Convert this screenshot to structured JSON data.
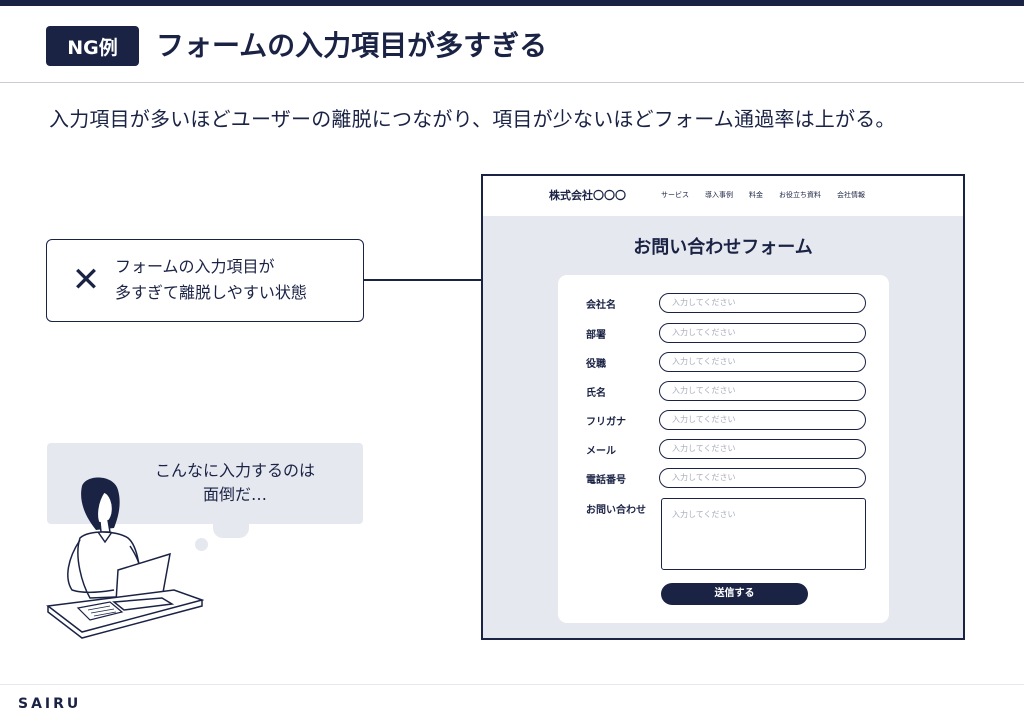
{
  "header": {
    "badge": "NG例",
    "title": "フォームの入力項目が多すぎる",
    "subtitle": "入力項目が多いほどユーザーの離脱につながり、項目が少ないほどフォーム通過率は上がる。"
  },
  "callout": {
    "icon": "x-mark-icon",
    "line1": "フォームの入力項目が",
    "line2": "多すぎて離脱しやすい状態"
  },
  "bubble": {
    "line1": "こんなに入力するのは",
    "line2": "面倒だ…"
  },
  "mockup": {
    "company": "株式会社〇〇〇",
    "nav": [
      "サービス",
      "導入事例",
      "料金",
      "お役立ち資料",
      "会社情報"
    ],
    "form_title": "お問い合わせフォーム",
    "fields": [
      {
        "label": "会社名",
        "placeholder": "入力してください"
      },
      {
        "label": "部署",
        "placeholder": "入力してください"
      },
      {
        "label": "役職",
        "placeholder": "入力してください"
      },
      {
        "label": "氏名",
        "placeholder": "入力してください"
      },
      {
        "label": "フリガナ",
        "placeholder": "入力してください"
      },
      {
        "label": "メール",
        "placeholder": "入力してください"
      },
      {
        "label": "電話番号",
        "placeholder": "入力してください"
      }
    ],
    "message": {
      "label": "お問い合わせ",
      "placeholder": "入力してください"
    },
    "submit": "送信する"
  },
  "footer": {
    "logo": "SAIRU"
  },
  "colors": {
    "navy": "#1b2345",
    "panel_gray": "#e6e8ef",
    "placeholder_gray": "#a9adba"
  }
}
